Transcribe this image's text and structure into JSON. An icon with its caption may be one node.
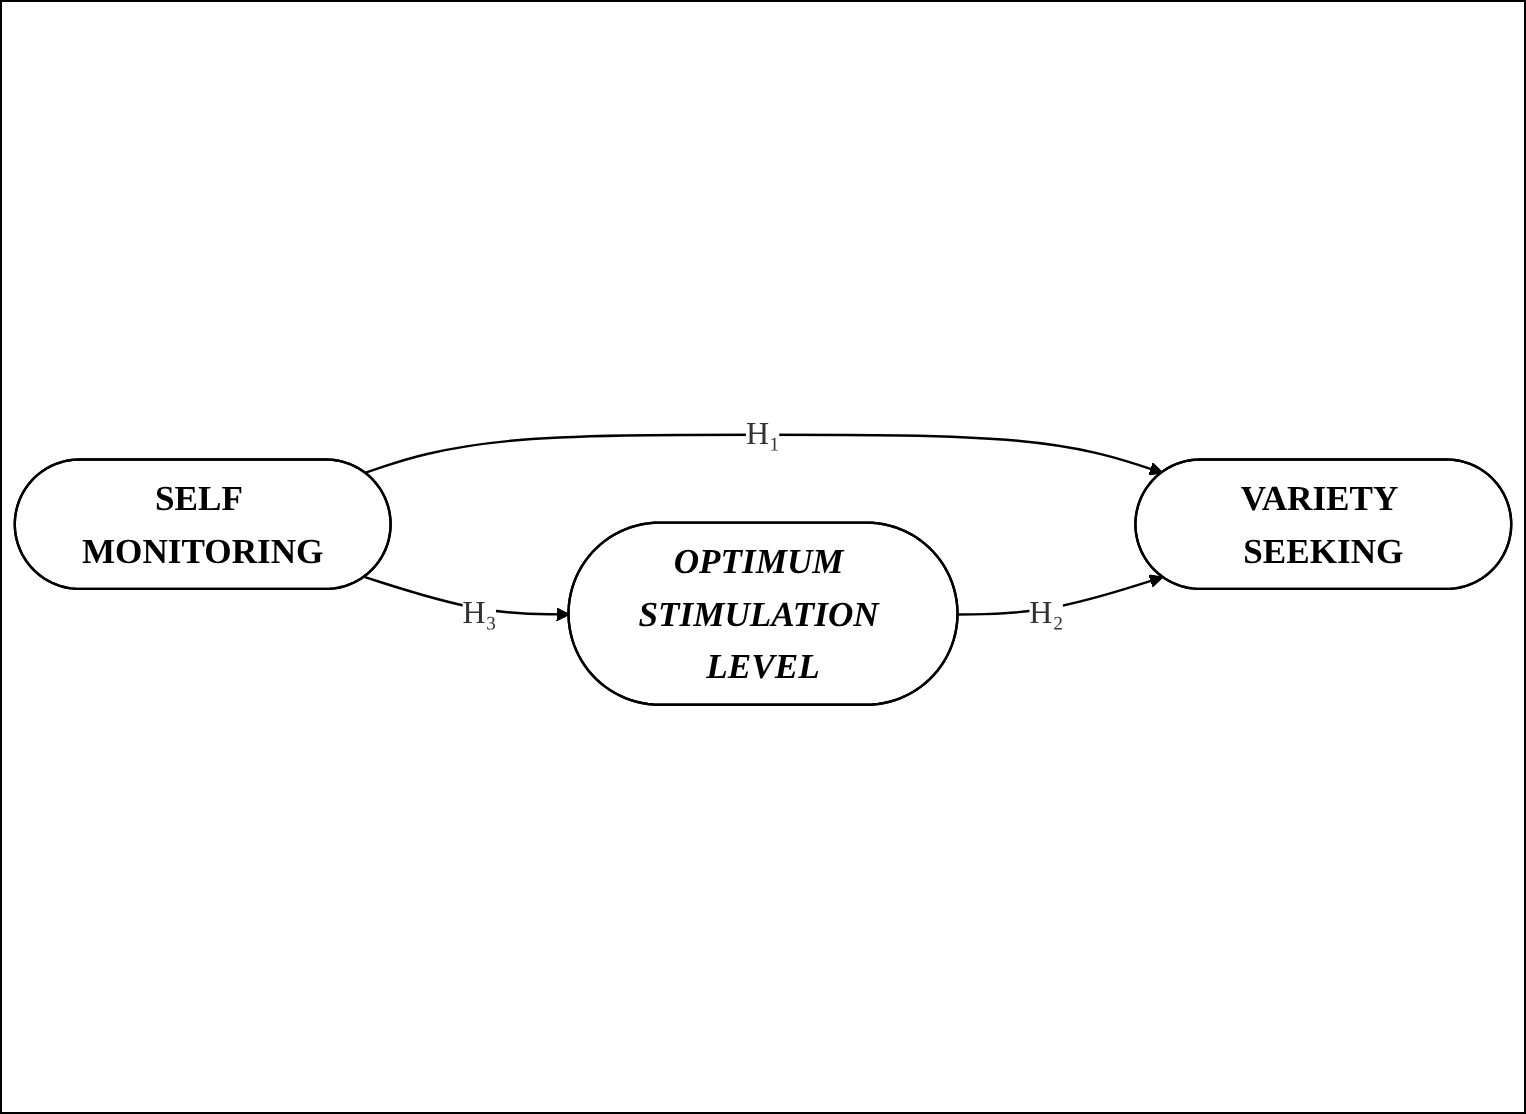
{
  "diagram": {
    "nodes": [
      {
        "text": [
          "SELF MONITORING"
        ]
      },
      {
        "text": [
          "VARIETY SEEKING"
        ]
      },
      {
        "text": [
          "OPTIMUM STIMULATION LEVEL"
        ]
      }
    ],
    "edges": [
      {
        "from": 0,
        "to": 1,
        "arrow": "to",
        "label": "H₁"
      },
      {
        "from": 0,
        "to": 2,
        "arrow": "to",
        "label": "H₃"
      },
      {
        "from": 2,
        "to": 1,
        "arrow": "to",
        "label": "H₂"
      }
    ]
  }
}
